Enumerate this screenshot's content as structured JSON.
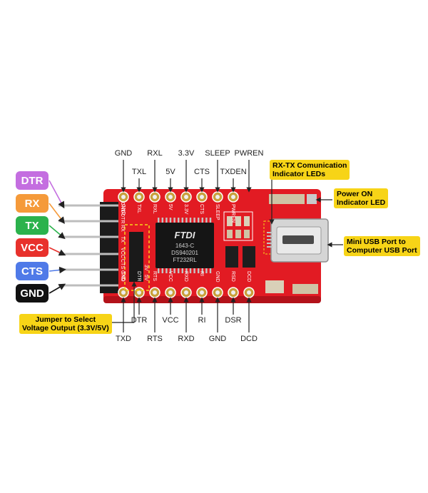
{
  "top_row1": [
    "GND",
    "RXL",
    "3.3V",
    "SLEEP",
    "PWREN"
  ],
  "top_row2": [
    "TXL",
    "5V",
    "CTS",
    "TXDEN"
  ],
  "bottom_row1": [
    "DTR",
    "VCC",
    "RI",
    "DSR"
  ],
  "bottom_row2": [
    "TXD",
    "RTS",
    "RXD",
    "GND",
    "DCD"
  ],
  "left_pins": [
    {
      "label": "DTR",
      "color": "#c46ee0"
    },
    {
      "label": "RX",
      "color": "#f59a3a"
    },
    {
      "label": "TX",
      "color": "#2bb24c"
    },
    {
      "label": "VCC",
      "color": "#e8312c"
    },
    {
      "label": "CTS",
      "color": "#4f7ae8"
    },
    {
      "label": "GND",
      "color": "#111111"
    }
  ],
  "callouts": {
    "rxtx": "RX-TX Comunication\nIndicator LEDs",
    "power": "Power ON\nIndicator LED",
    "usb": "Mini USB Port to\nComputer USB Port",
    "jumper": "Jumper to Select\nVoltage Output (3.3V/5V)"
  },
  "chip": {
    "brand": "FTDI",
    "line1": "1643-C",
    "line2": "DS940201",
    "line3": "FT232RL"
  },
  "silk_header": [
    "GND",
    "DTR",
    "RX",
    "TX",
    "VCC",
    "CTS",
    "GND"
  ],
  "silk_top": [
    "GND",
    "TXL",
    "RXL",
    "5V",
    "3.3V",
    "CTS",
    "SLEEP",
    "PWREN"
  ],
  "silk_bottom": [
    "TXD",
    "DTR",
    "RTS",
    "VCC",
    "RXD",
    "RI",
    "GND",
    "RSD",
    "DCD"
  ],
  "silk_jumper": [
    "3V",
    "5V"
  ],
  "colors": {
    "pcb": "#e21b23",
    "pcb_dark": "#b3121a",
    "gold": "#c9a03a",
    "callout": "#f7d417"
  }
}
